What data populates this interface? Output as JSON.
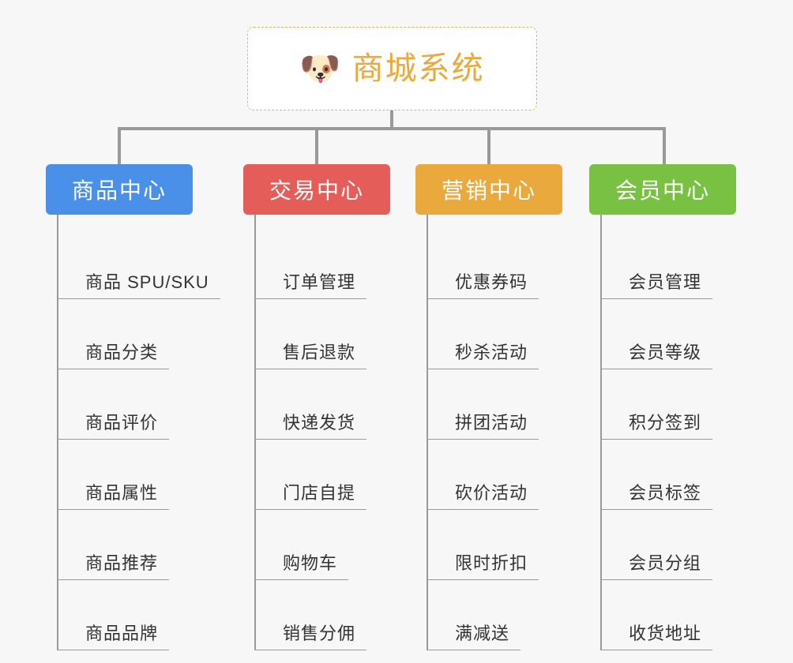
{
  "background_color": "#f7f7f7",
  "line_color": "#999999",
  "root": {
    "icon": "dog-face-emoji",
    "icon_glyph": "🐶",
    "title": "商城系统",
    "title_color": "#e9a93c",
    "border_color": "#e8b25c",
    "background": "#ffffff"
  },
  "columns": [
    {
      "key": "product-center",
      "title": "商品中心",
      "color": "#4a90e8",
      "items": [
        "商品 SPU/SKU",
        "商品分类",
        "商品评价",
        "商品属性",
        "商品推荐",
        "商品品牌"
      ]
    },
    {
      "key": "trade-center",
      "title": "交易中心",
      "color": "#e45d58",
      "items": [
        "订单管理",
        "售后退款",
        "快递发货",
        "门店自提",
        "购物车",
        "销售分佣"
      ]
    },
    {
      "key": "marketing-center",
      "title": "营销中心",
      "color": "#e9a93c",
      "items": [
        "优惠券码",
        "秒杀活动",
        "拼团活动",
        "砍价活动",
        "限时折扣",
        "满减送"
      ]
    },
    {
      "key": "member-center",
      "title": "会员中心",
      "color": "#79c143",
      "items": [
        "会员管理",
        "会员等级",
        "积分签到",
        "会员标签",
        "会员分组",
        "收货地址"
      ]
    }
  ]
}
